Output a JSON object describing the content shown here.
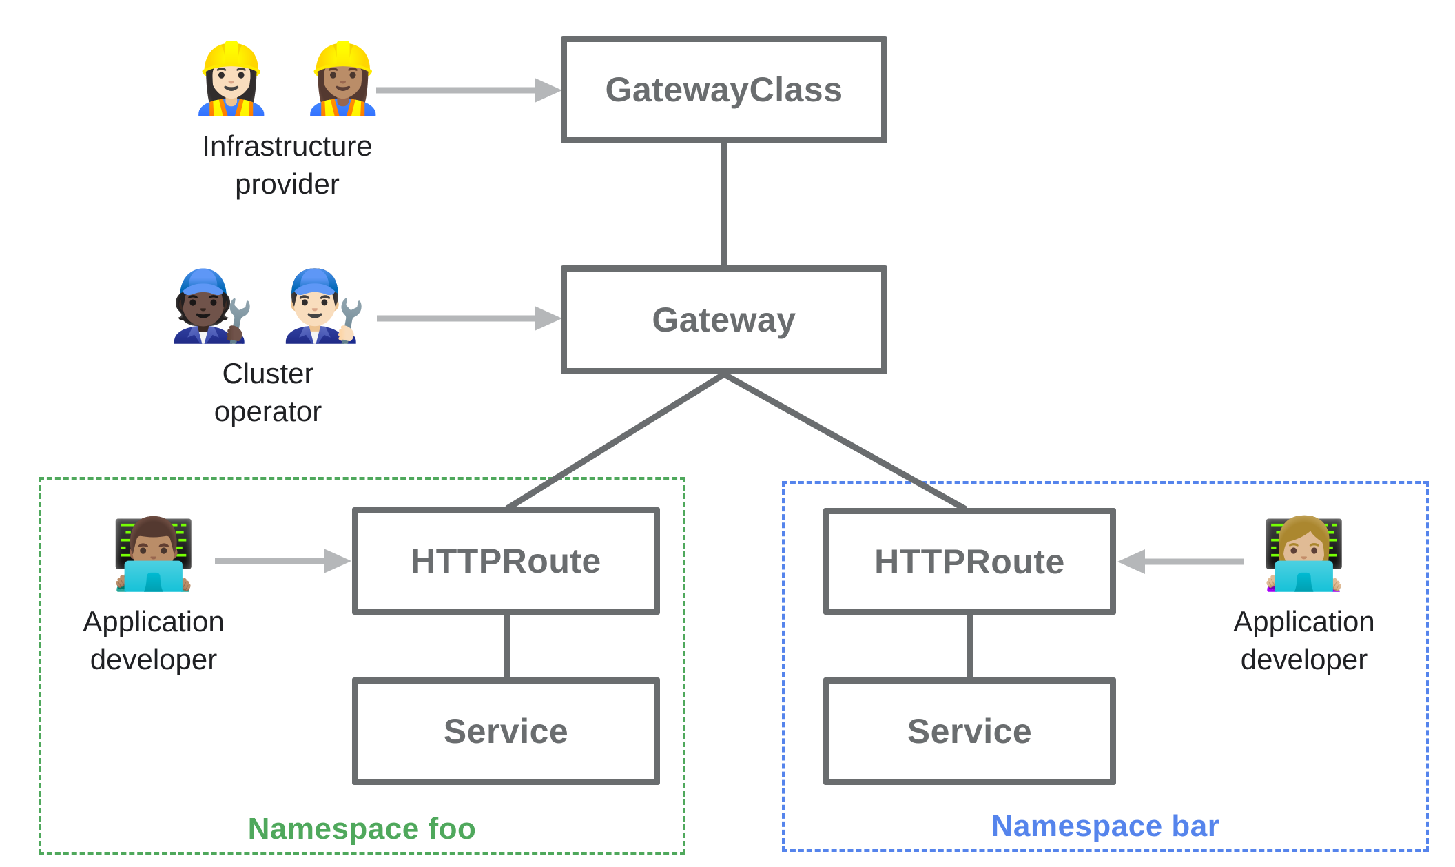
{
  "colors": {
    "box_border": "#6a6d6f",
    "box_text": "#6a6d6f",
    "connector_line": "#6a6d6f",
    "arrow": "#b5b7b9",
    "persona_text": "#1f2023",
    "namespace_foo_green": "#4fa85c",
    "namespace_bar_blue": "#5584ec",
    "background": "#ffffff"
  },
  "nodes": {
    "gateway_class": {
      "label": "GatewayClass"
    },
    "gateway": {
      "label": "Gateway"
    },
    "httproute_foo": {
      "label": "HTTPRoute"
    },
    "service_foo": {
      "label": "Service"
    },
    "httproute_bar": {
      "label": "HTTPRoute"
    },
    "service_bar": {
      "label": "Service"
    }
  },
  "namespaces": {
    "foo": {
      "label": "Namespace foo"
    },
    "bar": {
      "label": "Namespace bar"
    }
  },
  "personas": {
    "infrastructure_provider": {
      "emojis": [
        "👷🏻‍♀️",
        "👷🏽‍♀️"
      ],
      "label": [
        "Infrastructure",
        "provider"
      ]
    },
    "cluster_operator": {
      "emojis": [
        "🧑🏿‍🔧",
        "👨🏻‍🔧"
      ],
      "label": [
        "Cluster",
        "operator"
      ]
    },
    "app_developer_foo": {
      "emojis": [
        "👨🏽‍💻"
      ],
      "label": [
        "Application",
        "developer"
      ]
    },
    "app_developer_bar": {
      "emojis": [
        "👩🏼‍💻"
      ],
      "label": [
        "Application",
        "developer"
      ]
    }
  },
  "icons": {
    "infrastructure_provider": "woman-construction-worker-emoji",
    "cluster_operator": "mechanic-emoji",
    "app_developer": "technologist-emoji"
  }
}
